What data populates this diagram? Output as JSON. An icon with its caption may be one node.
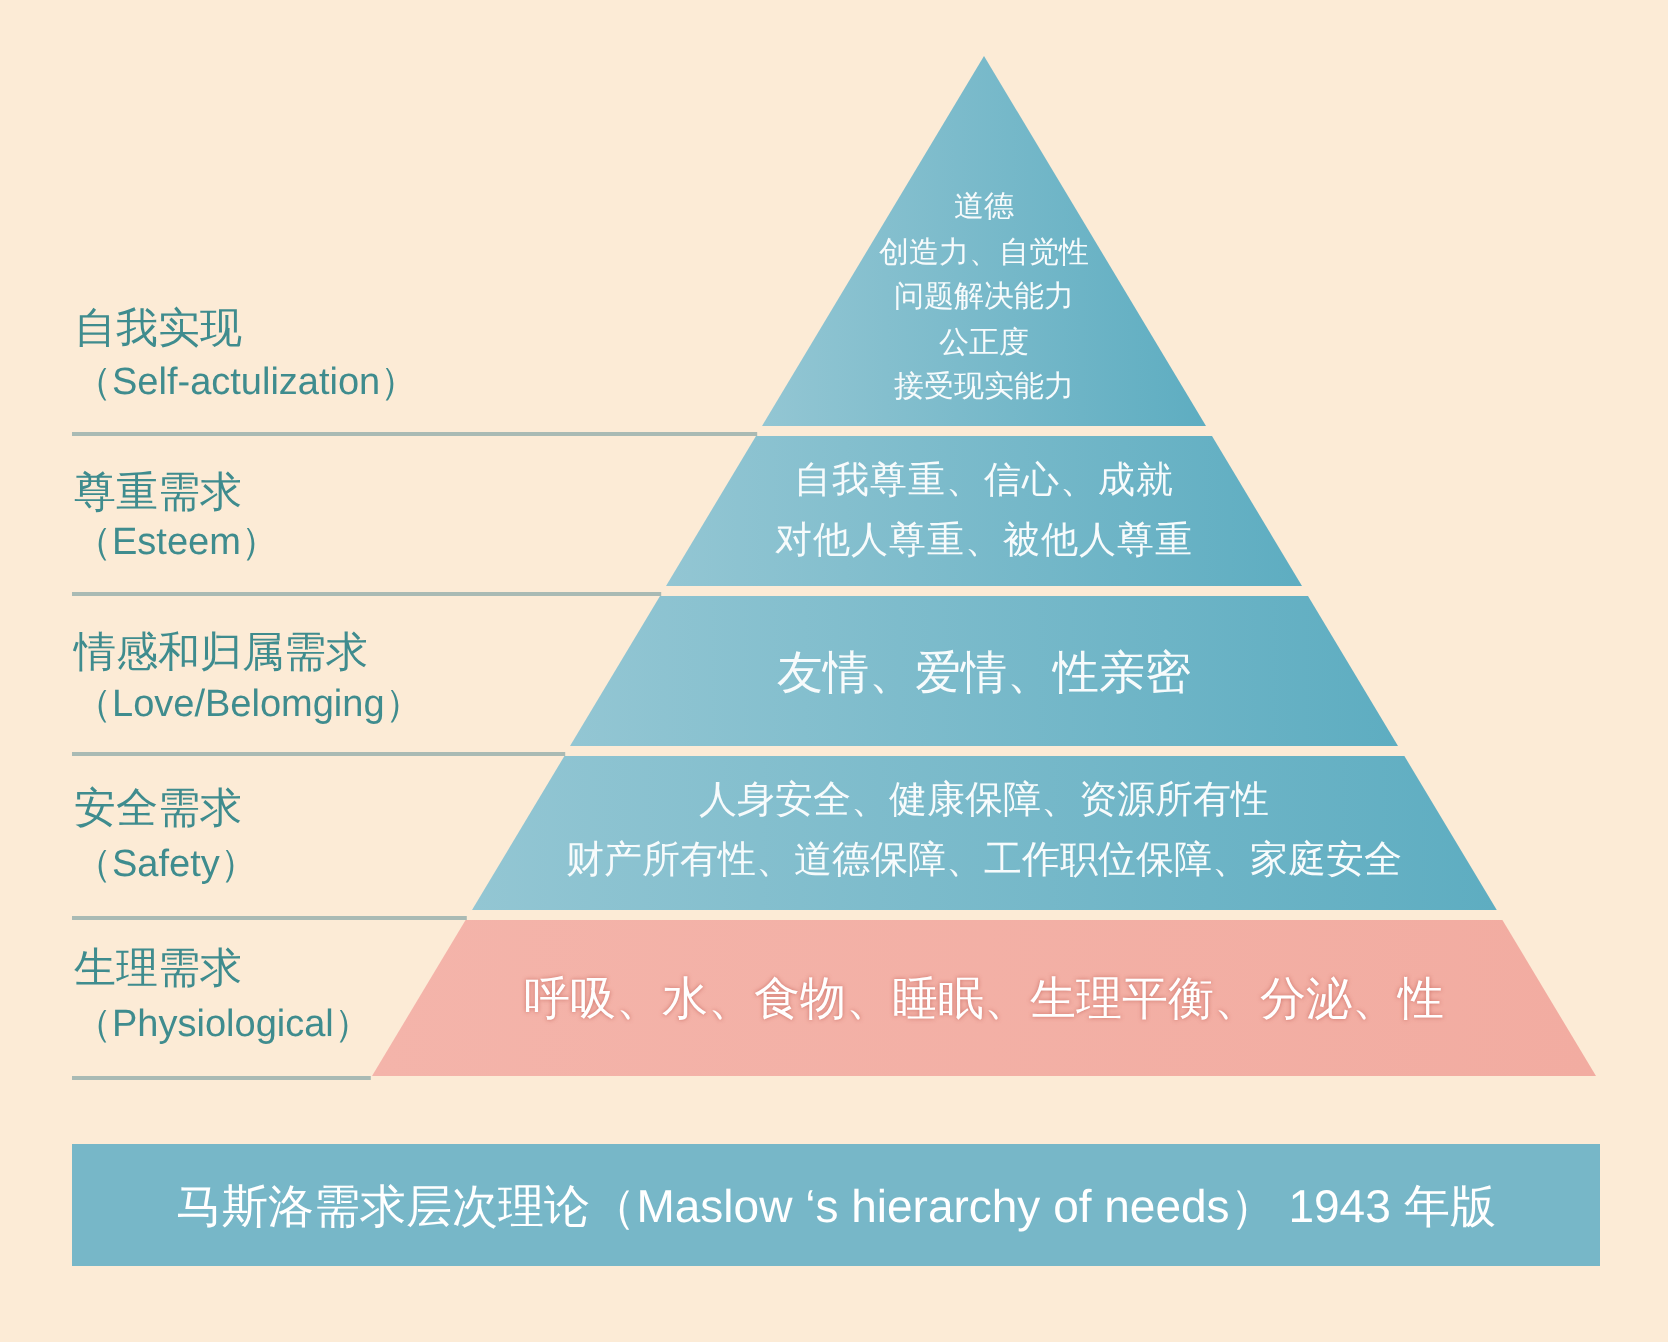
{
  "diagram": {
    "nodes": [
      {
        "text": [
          "道德",
          "创造力、自觉性",
          "问题解决能力",
          "公正度",
          "接受现实能力"
        ],
        "beside": [
          "自我实现",
          "（Self-actulization）"
        ]
      },
      {
        "text": [
          "自我尊重、信心、成就",
          "对他人尊重、被他人尊重"
        ],
        "beside": [
          "尊重需求",
          "（Esteem）"
        ]
      },
      {
        "text": [
          "友情、爱情、性亲密"
        ],
        "beside": [
          "情感和归属需求",
          "（Love/Belomging）"
        ]
      },
      {
        "text": [
          "人身安全、健康保障、资源所有性",
          "财产所有性、道德保障、工作职位保障、家庭安全"
        ],
        "beside": [
          "安全需求",
          "（Safety）"
        ]
      },
      {
        "text": [
          "呼吸、水、食物、睡眠、生理平衡、分泌、性"
        ],
        "beside": [
          "生理需求",
          "（Physiological）"
        ]
      },
      {
        "text": [
          "马斯洛需求层次理论（Maslow ‘s hierarchy of needs） 1943 年版"
        ]
      }
    ]
  }
}
